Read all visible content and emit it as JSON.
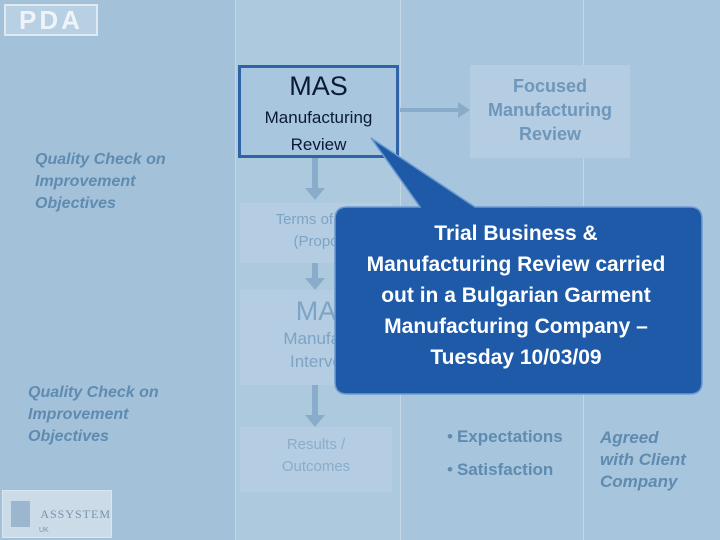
{
  "logo": {
    "text": "PDA"
  },
  "left": {
    "qc_top": [
      "Quality Check on",
      "Improvement",
      "Objectives"
    ],
    "qc_bottom": [
      "Quality Check on",
      "Improvement",
      "Objectives"
    ],
    "assystem_logo": {
      "name": "ASSYSTEM",
      "country": "UK"
    }
  },
  "flow": {
    "mas_main": {
      "title": "MAS",
      "line1": "Manufacturing",
      "line2": "Review"
    },
    "focused": {
      "line1": "Focused",
      "line2": "Manufacturing",
      "line3": "Review"
    },
    "terms": {
      "line1": "Terms of Re",
      "line2": "(Propo"
    },
    "mas2": {
      "title": "MA",
      "line1": "Manufac",
      "line2": "Interve"
    },
    "results": {
      "line1": "Results /",
      "line2": "Outcomes"
    },
    "partial_hint": "-- -  -"
  },
  "callout": {
    "lines": [
      "Trial Business &",
      "Manufacturing Review carried",
      "out in a Bulgarian Garment",
      "Manufacturing Company –",
      "Tuesday 10/03/09"
    ],
    "color": "#1e5aa8"
  },
  "right": {
    "bullets": [
      "Expectations",
      "Satisfaction"
    ],
    "agreed": [
      "Agreed",
      "with Client",
      "Company"
    ]
  }
}
